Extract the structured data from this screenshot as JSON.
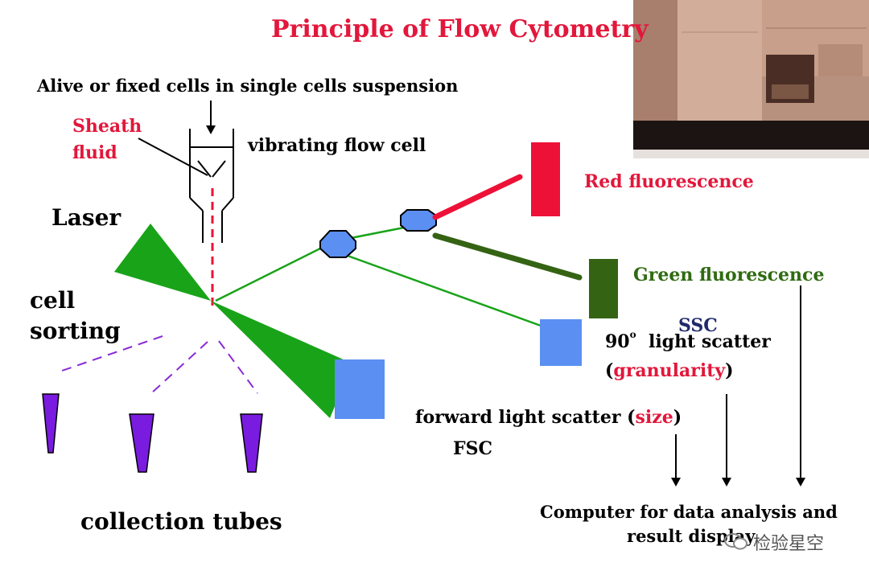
{
  "title": "Principle of Flow Cytometry",
  "labels": {
    "cells_input": "Alive or fixed cells in single cells suspension",
    "sheath_line1": "Sheath",
    "sheath_line2": "fluid",
    "flow_cell": "vibrating flow cell",
    "laser": "Laser",
    "cell_sorting_line1": "cell",
    "cell_sorting_line2": "sorting",
    "collection_tubes": "collection tubes",
    "red_fluorescence": "Red fluorescence",
    "green_fluorescence": "Green fluorescence",
    "ssc": "SSC",
    "side_scatter_90": "90",
    "side_scatter_degree": "o",
    "side_scatter_text": "light scatter",
    "granularity_open": "(",
    "granularity": "granularity",
    "granularity_close": ")",
    "forward_scatter_text": "forward light scatter (",
    "size": "size",
    "size_close": ")",
    "fsc": "FSC",
    "computer_line1": "Computer for data analysis and",
    "computer_line2": "result display"
  },
  "watermark": "检验星空",
  "colors": {
    "title": "#e2173b",
    "red_detector": "#ee1137",
    "green_detector": "#356314",
    "laser_beam": "#19a319",
    "blue_detector": "#5b8ff2",
    "tube": "#7a1be0",
    "dashed_path": "#8a2bd6"
  }
}
